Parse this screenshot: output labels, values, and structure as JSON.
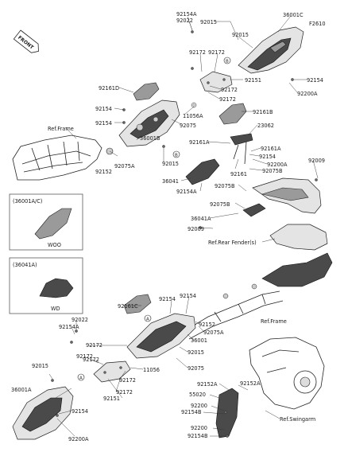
{
  "diagram_code": "F2610",
  "front_badge": "FRONT",
  "callouts": {
    "a_92154A": "92154A",
    "a_92022": "92022",
    "a_92015_top": "92015",
    "a_36001C": "36001C",
    "a_92015_r": "92015",
    "a_92172_a": "92172",
    "a_92172_b": "92172",
    "a_92151": "92151",
    "a_92154_tr": "92154",
    "a_92200A": "92200A",
    "a_92161D": "92161D",
    "a_92172_c": "92172",
    "a_92172_d": "92172",
    "a_92154_l1": "92154",
    "a_11056A": "11056A",
    "a_92161B": "92161B",
    "a_92154_l2": "92154",
    "a_92075": "92075",
    "a_23062": "23062",
    "a_ref_frame_top": "Ref.Frame",
    "a_36001B": "36001B",
    "a_92075A": "92075A",
    "a_92015_mid": "92015",
    "a_92152": "92152",
    "a_92161A": "92161A",
    "a_92161A_r": "92161A",
    "a_92154_r": "92154",
    "a_92200A_r": "92200A",
    "a_92009_r": "92009",
    "a_92075B": "92075B",
    "a_36041": "36041",
    "a_92161": "92161",
    "a_92154A_mid": "92154A",
    "a_92075B_b": "92075B",
    "a_92075B_c": "92075B",
    "a_36041A": "36041A",
    "a_92009_l": "92009",
    "a_ref_rear_fender": "Ref.Rear Fender(s)",
    "a_92161C": "92161C",
    "a_92154_b1": "92154",
    "a_92154_b2": "92154",
    "a_92022_b": "92022",
    "a_92154A_b": "92154A",
    "a_92172_e": "92172",
    "a_92152_b": "92152",
    "a_92075A_b": "92075A",
    "a_ref_frame_b": "Ref.Frame",
    "a_36001": "36001",
    "a_92015_b": "92015",
    "a_92172_f": "92172",
    "a_11056": "11056",
    "a_92075_b": "92075",
    "a_92172_g": "92172",
    "a_92015_bl": "92015",
    "a_92172_h": "92172",
    "a_36001A": "36001A",
    "a_92151_b": "92151",
    "a_92154_bl": "92154",
    "a_92200A_bl": "92200A",
    "a_92152A": "92152A",
    "a_55020": "55020",
    "a_92200": "92200",
    "a_92154B": "92154B",
    "a_92152A_b": "92152A",
    "a_ref_swingarm": "Ref.Swingarm",
    "a_92200_b": "92200",
    "a_92154B_b": "92154B"
  },
  "inset_1": {
    "title": "(36001A/C)",
    "caption": "WOO"
  },
  "inset_2": {
    "title": "(36041A)",
    "caption": "WD"
  },
  "markers": {
    "a": "A",
    "b": "B"
  }
}
